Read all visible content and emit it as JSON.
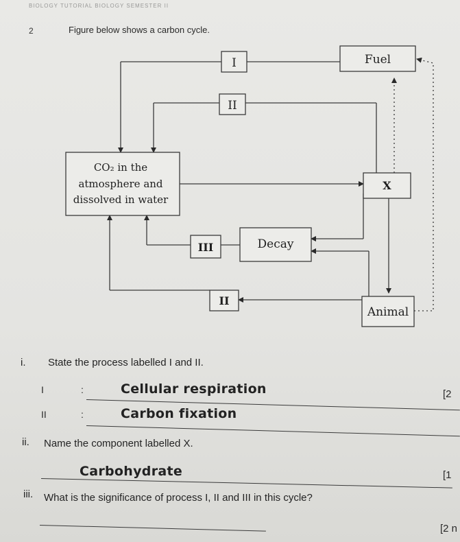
{
  "header": {
    "text": "BIOLOGY TUTORIAL BIOLOGY SEMESTER II"
  },
  "question": {
    "number": "2",
    "intro": "Figure below shows a carbon cycle."
  },
  "diagram": {
    "box_I": "I",
    "box_II_top": "II",
    "box_fuel": "Fuel",
    "box_atmosphere": [
      "CO₂ in the",
      "atmosphere and",
      "dissolved in water"
    ],
    "box_X": "X",
    "box_III": "III",
    "box_decay": "Decay",
    "box_II_bottom": "II",
    "box_animal": "Animal"
  },
  "part_i": {
    "numeral": "i.",
    "prompt": "State the process labelled I and II.",
    "row1_label": "I",
    "row1_colon": ":",
    "row1_answer": "Cellular respiration",
    "row2_label": "II",
    "row2_colon": ":",
    "row2_answer": "Carbon fixation",
    "marks": "[2"
  },
  "part_ii": {
    "numeral": "ii.",
    "prompt": "Name the component labelled X.",
    "answer": "Carbohydrate",
    "marks": "[1"
  },
  "part_iii": {
    "numeral": "iii.",
    "prompt": "What is the significance of process I, II and III in this cycle?",
    "marks": "[2 n"
  }
}
